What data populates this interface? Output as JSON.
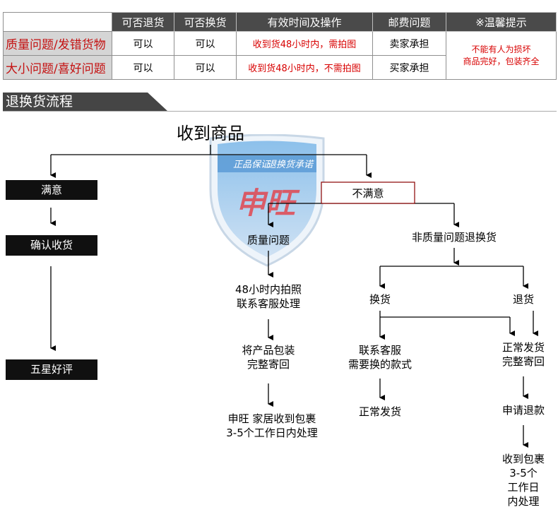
{
  "table": {
    "headers": [
      "",
      "可否退货",
      "可否换货",
      "有效时间及操作",
      "邮费问题",
      "※温馨提示"
    ],
    "rows": [
      {
        "type": "质量问题/发错货物",
        "return": "可以",
        "exchange": "可以",
        "time": "收到货48小时内，需拍图",
        "postage": "卖家承担"
      },
      {
        "type": "大小问题/喜好问题",
        "return": "可以",
        "exchange": "可以",
        "time": "收到货48小时内，不需拍图",
        "postage": "买家承担"
      }
    ],
    "tip": [
      "不能有人为损坏",
      "商品完好，包装齐全"
    ]
  },
  "section_title": "退换货流程",
  "stamp": {
    "top_text": "正品保证",
    "top_text2": "退换货承诺",
    "brand": "申旺"
  },
  "flow": {
    "start": "收到商品",
    "satisfied": {
      "label": "满意",
      "confirm": "确认收货",
      "review": "五星好评"
    },
    "unsatisfied": "不满意",
    "quality": {
      "label": "质量问题",
      "step1": [
        "48小时内拍照",
        "联系客服处理"
      ],
      "step2": [
        "将产品包装",
        "完整寄回"
      ],
      "step3": [
        "申旺 家居收到包裹",
        "3-5个工作日内处理"
      ]
    },
    "nonquality": {
      "label": "非质量问题退换货",
      "exchange": {
        "label": "换货",
        "step1": [
          "联系客服",
          "需要换的款式"
        ],
        "step2": "正常发货"
      },
      "refund": {
        "label": "退货",
        "step1": [
          "正常发货",
          "完整寄回"
        ],
        "step2": "申请退款",
        "step3": [
          "收到包裹",
          "3-5个",
          "工作日",
          "内处理"
        ]
      }
    }
  },
  "colors": {
    "header_bg": "#4a4a4a",
    "row_head_bg": "#d5d5d5",
    "accent_red": "#d80000",
    "box_bg": "#101010",
    "stamp_blue": "#6aa7dc",
    "stamp_red": "#e8343a"
  }
}
